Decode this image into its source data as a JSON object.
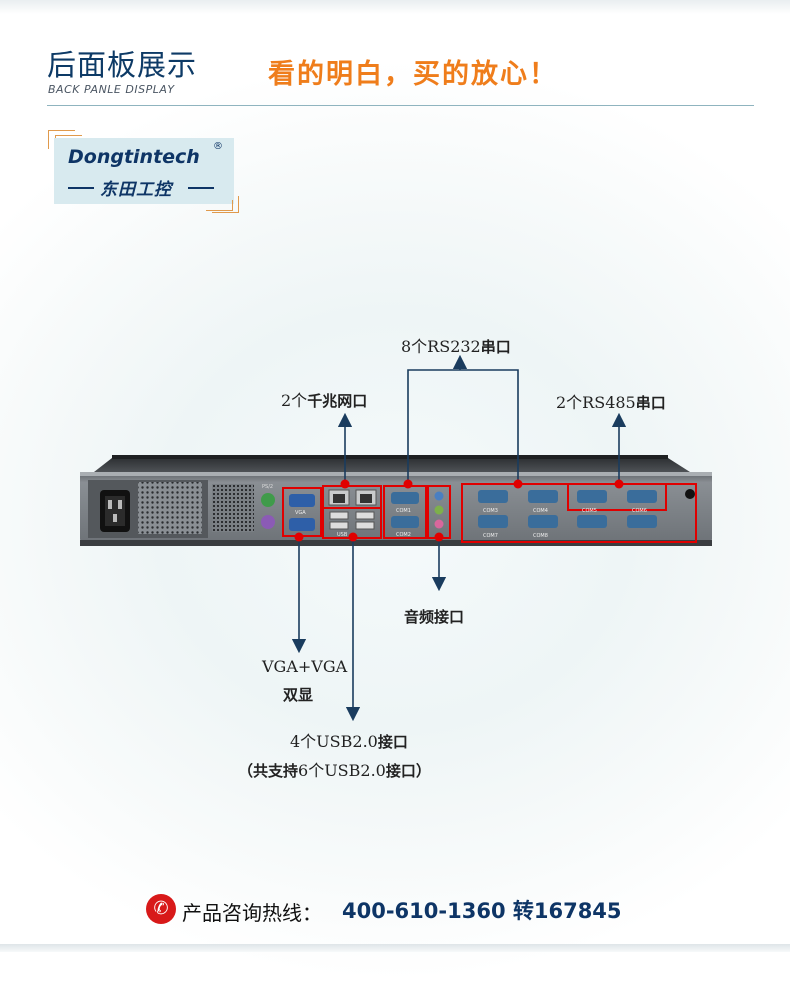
{
  "header": {
    "title_cn": "后面板展示",
    "title_en": "BACK PANLE DISPLAY",
    "slogan": "看的明白，买的放心！"
  },
  "logo": {
    "brand_en": "Dongtintech",
    "registered": "®",
    "brand_cn": "东田工控"
  },
  "callouts": {
    "rs232_num": "8个RS232",
    "rs232_suffix": "串口",
    "lan_num": "2个",
    "lan_suffix": "千兆网口",
    "rs485_num": "2个RS485",
    "rs485_suffix": "串口",
    "audio": "音频接口",
    "vga_line1": "VGA+VGA",
    "vga_line2": "双显",
    "usb_num": "4个USB2.0",
    "usb_suffix": "接口",
    "usb_note_pre": "（共支持",
    "usb_note_num": "6个USB2.0",
    "usb_note_suffix": "接口）"
  },
  "panel_labels": {
    "ps2": "PS/2",
    "vga": "VGA",
    "com1": "COM1",
    "com2": "COM2",
    "com3": "COM3",
    "com4": "COM4",
    "com5": "COM5",
    "com6": "COM6",
    "com7": "COM7",
    "com8": "COM8",
    "usb": "USB"
  },
  "hotline": {
    "label": "产品咨询热线：",
    "number": "400-610-1360 转167845"
  },
  "colors": {
    "accent_navy": "#0d3a66",
    "slogan_orange": "#ef7d1b",
    "highlight_red": "#e00000",
    "arrow_navy": "#1a3c5e"
  }
}
